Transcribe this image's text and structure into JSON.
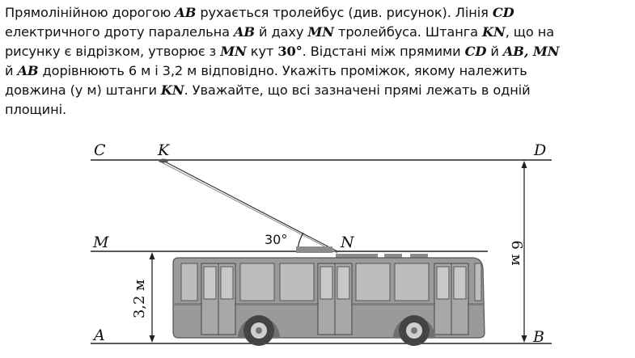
{
  "problem": {
    "l1": [
      {
        "t": "Прямолінійною дорогою "
      },
      {
        "t": "AB",
        "m": 1
      },
      {
        "t": " рухається тролейбус (див. рисунок). Лінія "
      },
      {
        "t": "CD",
        "m": 1
      }
    ],
    "l2": [
      {
        "t": "електричного дроту паралельна "
      },
      {
        "t": "AB",
        "m": 1
      },
      {
        "t": " й даху "
      },
      {
        "t": "MN",
        "m": 1
      },
      {
        "t": " тролейбуса. Штанга "
      },
      {
        "t": "KN",
        "m": 1
      },
      {
        "t": ", що на"
      }
    ],
    "l3": [
      {
        "t": "рисунку є відрізком, утворює з "
      },
      {
        "t": "MN",
        "m": 1
      },
      {
        "t": " кут "
      },
      {
        "t": "30°",
        "n": 1
      },
      {
        "t": ". Відстані між прямими "
      },
      {
        "t": "CD",
        "m": 1
      },
      {
        "t": " й "
      },
      {
        "t": "AB, MN",
        "m": 1
      }
    ],
    "l4": [
      {
        "t": "й "
      },
      {
        "t": "AB",
        "m": 1
      },
      {
        "t": " дорівнюють 6 м і 3,2 м відповідно. Укажіть проміжок, якому належить"
      }
    ],
    "l5": [
      {
        "t": "довжина (у м) штанги "
      },
      {
        "t": "KN",
        "m": 1
      },
      {
        "t": ". Уважайте, що всі зазначені прямі лежать в одній"
      }
    ],
    "l6": [
      {
        "t": "площині."
      }
    ]
  },
  "figure": {
    "C": "C",
    "K": "K",
    "D": "D",
    "M": "M",
    "N": "N",
    "A": "A",
    "B": "B",
    "angle": "30°",
    "dist_cd_ab": "6 м",
    "dist_mn_ab": "3,2 м",
    "bus_color": "#9a9a9a",
    "window_color": "#bdbdbd",
    "dark": "#555555"
  }
}
